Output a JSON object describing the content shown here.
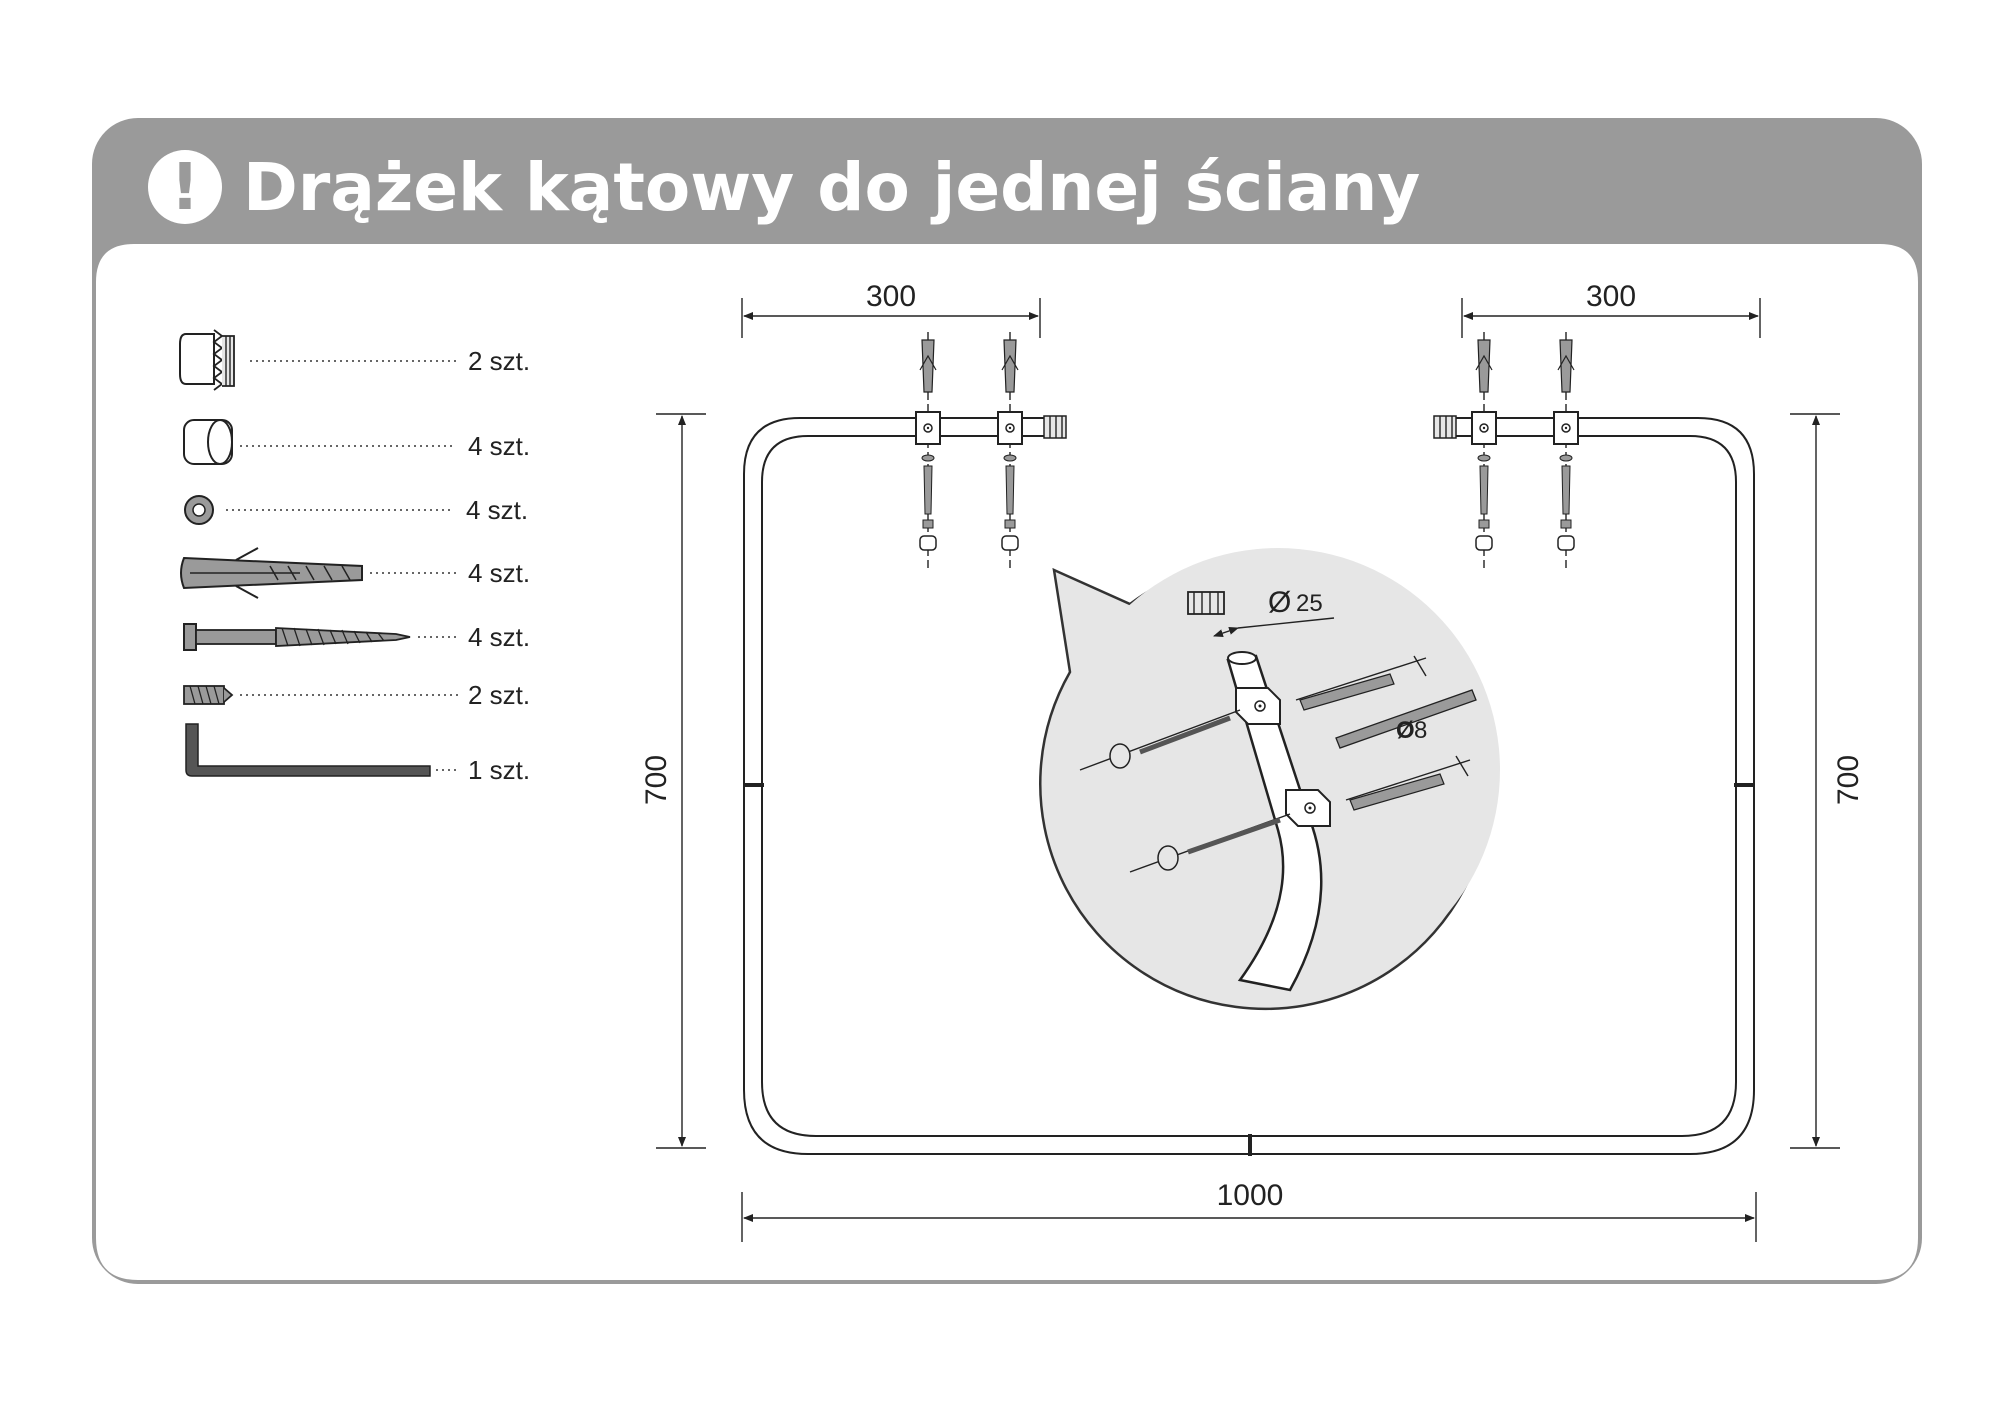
{
  "header": {
    "title": "Drążek kątowy do jednej ściany",
    "icon": "!",
    "bar_color": "#9a9a9a"
  },
  "parts": [
    {
      "name": "end-plug",
      "qty": "2 szt."
    },
    {
      "name": "screw-cap",
      "qty": "4 szt."
    },
    {
      "name": "washer",
      "qty": "4 szt."
    },
    {
      "name": "wall-plug",
      "qty": "4 szt."
    },
    {
      "name": "screw",
      "qty": "4 szt."
    },
    {
      "name": "set-screw",
      "qty": "2 szt."
    },
    {
      "name": "allen-key",
      "qty": "1 szt."
    }
  ],
  "dimensions": {
    "left_top": "300",
    "right_top": "300",
    "left_side": "700",
    "right_side": "700",
    "bottom": "1000"
  },
  "detail": {
    "pipe_diameter": "25",
    "drill_diameter": "8",
    "diameter_symbol": "Ø"
  }
}
